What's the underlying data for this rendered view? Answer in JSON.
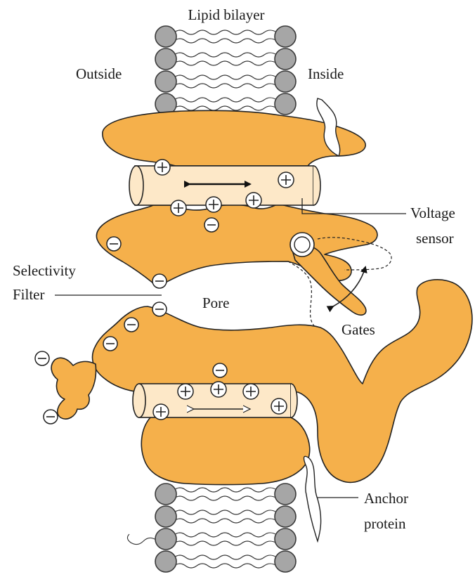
{
  "labels": {
    "lipid_bilayer": "Lipid bilayer",
    "outside": "Outside",
    "inside": "Inside",
    "voltage_sensor_line1": "Voltage",
    "voltage_sensor_line2": "sensor",
    "selectivity_filter_line1": "Selectivity",
    "selectivity_filter_line2": "Filter",
    "pore": "Pore",
    "gates": "Gates",
    "anchor_protein_line1": "Anchor",
    "anchor_protein_line2": "protein"
  },
  "colors": {
    "protein": "#f5b04b",
    "helix": "#fde8c8",
    "lipid_head": "#a6a6a6",
    "outline": "#222222"
  }
}
